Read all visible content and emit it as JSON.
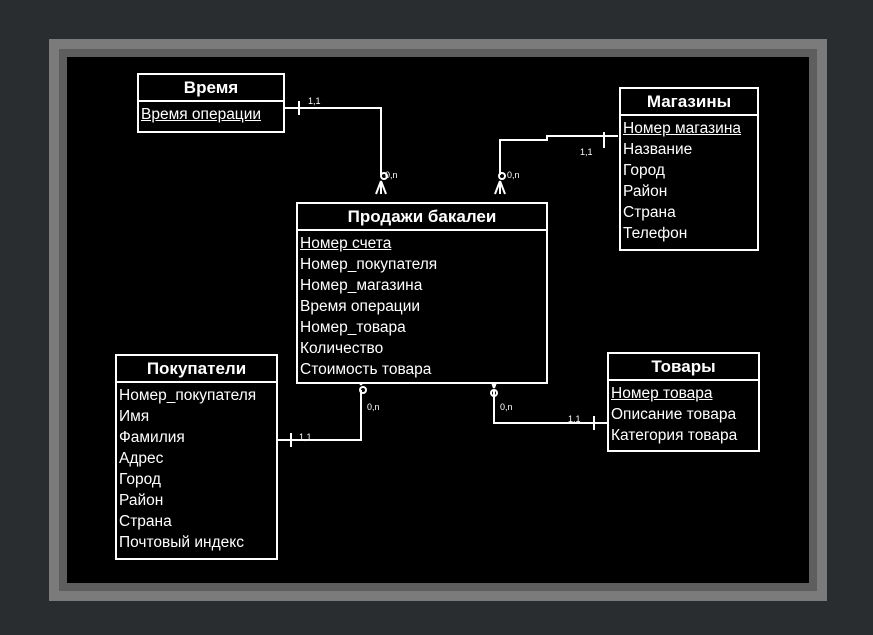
{
  "entities": {
    "time": {
      "title": "Время",
      "fields": [
        "Время  операции"
      ]
    },
    "stores": {
      "title": "Магазины",
      "fields": [
        "Номер магазина",
        "Название",
        "Город",
        "Район",
        "Страна",
        "Телефон"
      ]
    },
    "sales": {
      "title": "Продажи бакалеи",
      "fields": [
        "Номер  счета",
        "Номер_покупателя",
        "Номер_магазина",
        "Время операции",
        "Номер_товара",
        "Количество",
        "Стоимость товара"
      ]
    },
    "customers": {
      "title": "Покупатели",
      "fields": [
        "Номер_покупателя",
        "Имя",
        "Фамилия",
        "Адрес",
        "Город",
        "Район",
        "Страна",
        "Почтовый индекс"
      ]
    },
    "goods": {
      "title": "Товары",
      "fields": [
        "Номер  товара",
        "Описание товара",
        "Категория товара"
      ]
    }
  },
  "cardinality": {
    "one": "1,1",
    "many": "0,n"
  },
  "colors": {
    "background": "#000000",
    "foreground": "#ffffff",
    "frame": "#7b7b7b"
  }
}
